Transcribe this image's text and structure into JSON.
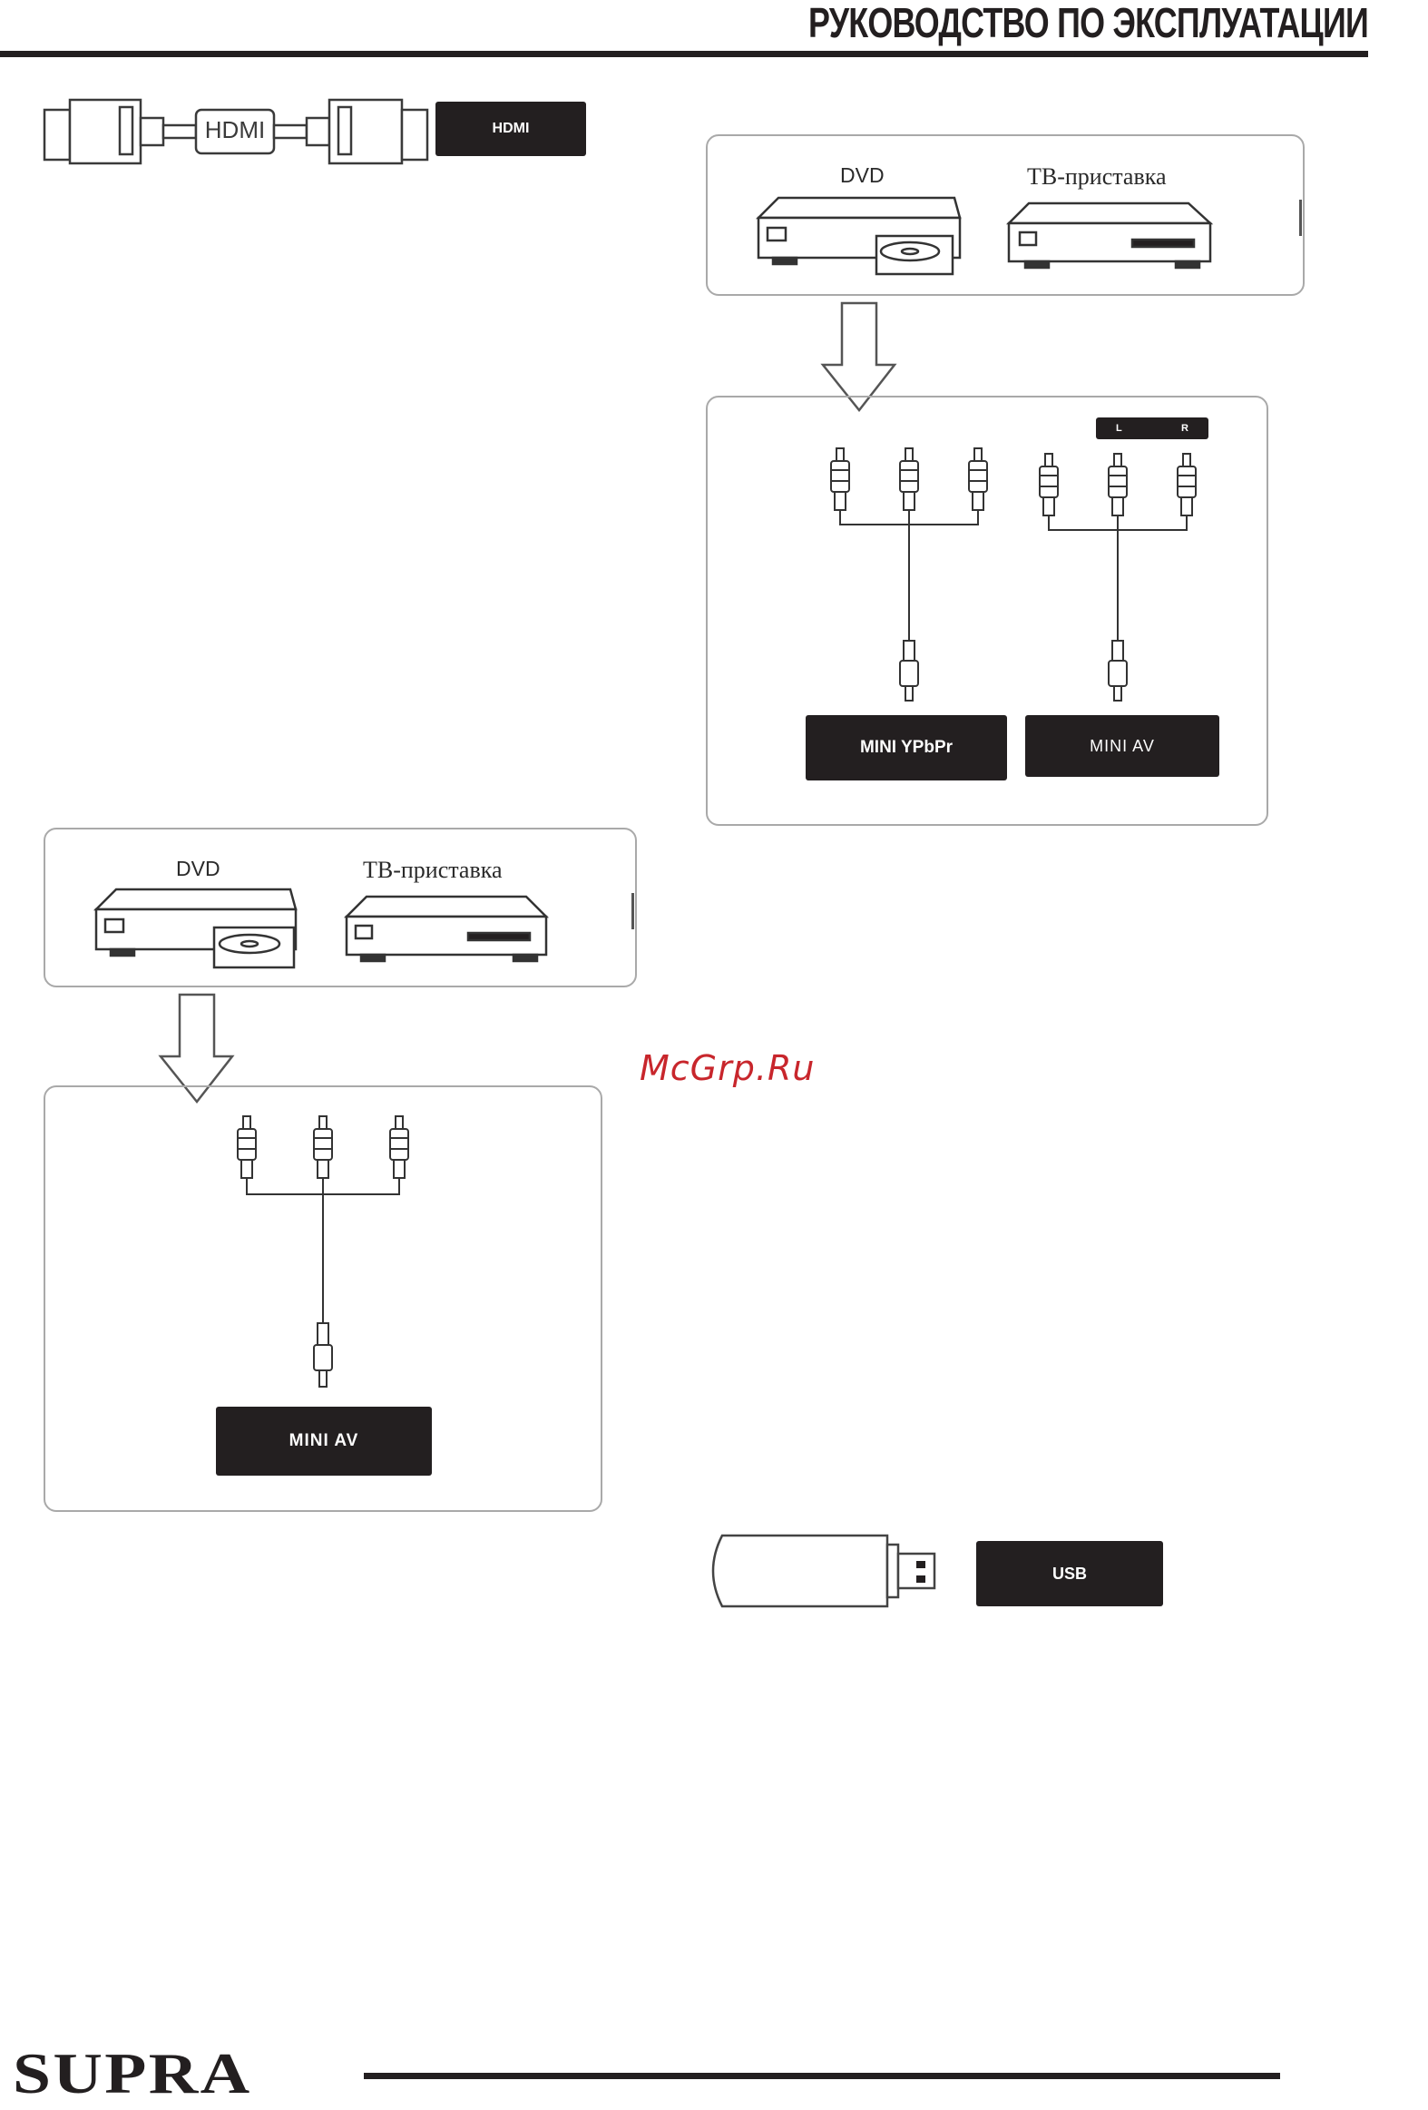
{
  "header": {
    "title": "РУКОВОДСТВО ПО ЭКСПЛУАТАЦИИ"
  },
  "hdmi": {
    "cable_label": "HDMI",
    "port_label": "HDMI"
  },
  "component_diagram": {
    "dvd_label": "DVD",
    "stb_label": "ТВ-приставка",
    "audio_l": "L",
    "audio_r": "R",
    "port_ypbpr": "MINI YPbPr",
    "port_av": "MINI AV"
  },
  "av_diagram": {
    "dvd_label": "DVD",
    "stb_label": "ТВ-приставка",
    "port_av": "MINI AV"
  },
  "usb": {
    "port_label": "USB"
  },
  "watermark": "McGrp.Ru",
  "footer": {
    "brand": "SUPRA"
  }
}
